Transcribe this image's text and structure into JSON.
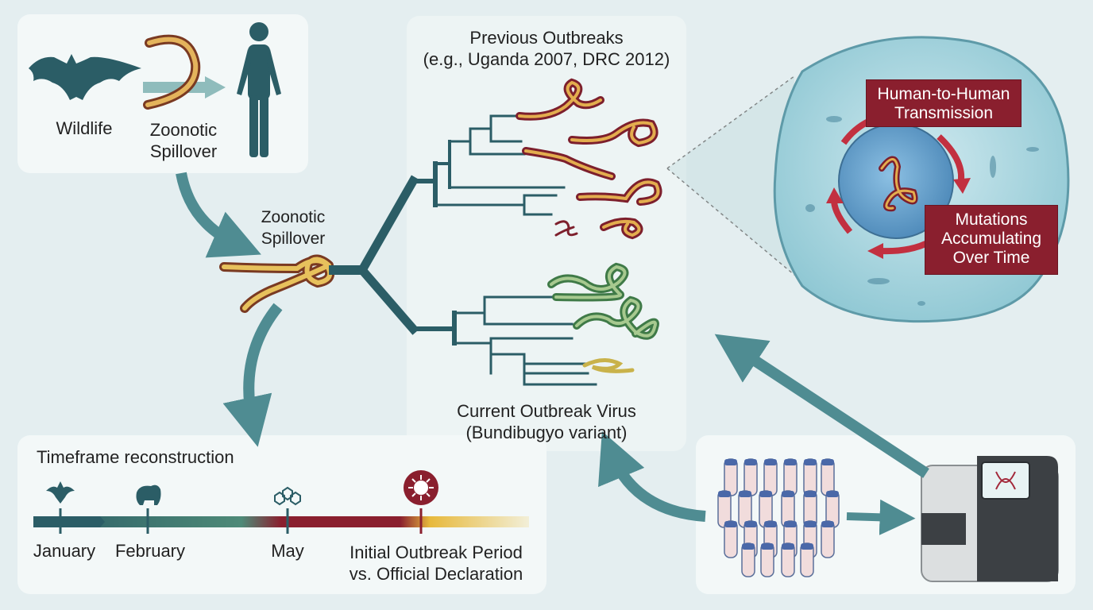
{
  "spillover_panel": {
    "wildlife": "Wildlife",
    "spillover": "Zoonotic\nSpillover"
  },
  "center_spillover": "Zoonotic\nSpillover",
  "tree": {
    "previous_title": "Previous Outbreaks\n(e.g., Uganda 2007, DRC 2012)",
    "current_title": "Current Outbreak Virus\n(Bundibugyo variant)"
  },
  "cell": {
    "transmission": "Human-to-Human\nTransmission",
    "mutations": "Mutations\nAccumulating\nOver Time"
  },
  "timeline": {
    "title": "Timeframe reconstruction",
    "months": [
      "January",
      "February",
      "May"
    ],
    "period": "Initial Outbreak Period\nvs. Official Declaration"
  },
  "colors": {
    "teal": "#2b5d66",
    "crimson": "#8a1f2e",
    "virus_red": "#a3283a",
    "virus_green": "#3f7a47",
    "arrow": "#4f8c92"
  }
}
